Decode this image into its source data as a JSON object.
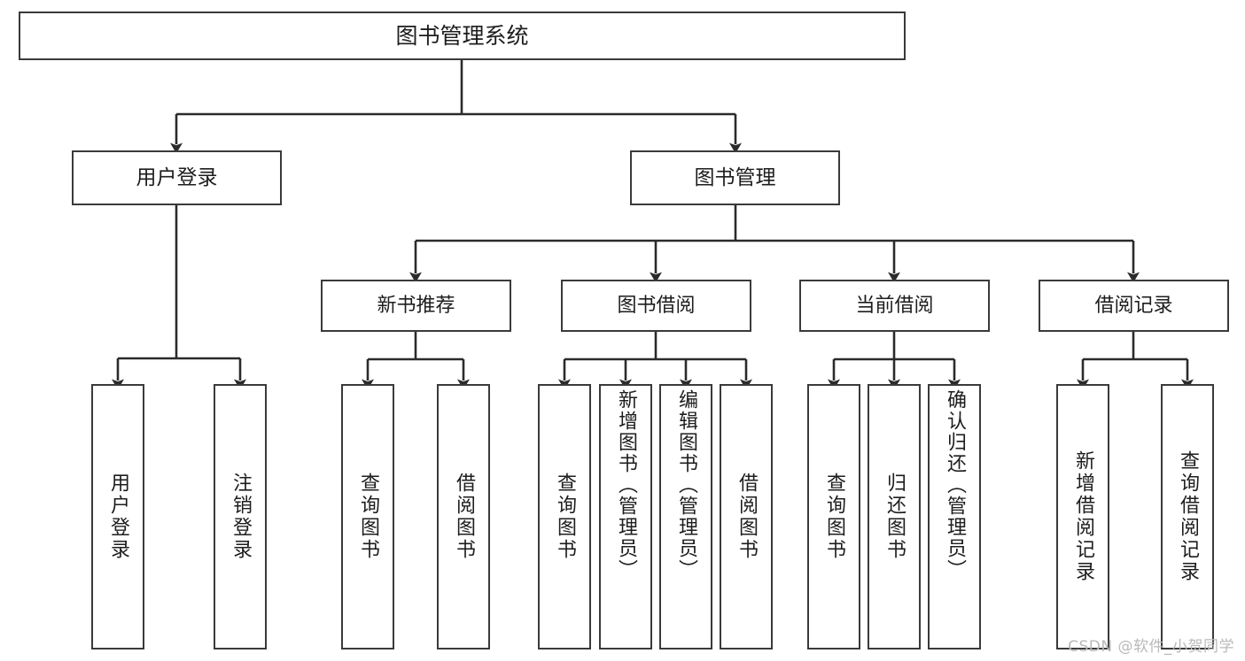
{
  "diagram": {
    "title": "图书管理系统",
    "type": "hierarchy-tree",
    "root": {
      "id": "root",
      "label": "图书管理系统",
      "level": 1
    },
    "level2": [
      {
        "id": "user-login",
        "label": "用户登录",
        "level": 2
      },
      {
        "id": "book-management",
        "label": "图书管理",
        "level": 2
      }
    ],
    "level3": [
      {
        "id": "new-book-recommend",
        "label": "新书推荐",
        "level": 3,
        "parent": "book-management"
      },
      {
        "id": "book-borrow",
        "label": "图书借阅",
        "level": 3,
        "parent": "book-management"
      },
      {
        "id": "current-borrow",
        "label": "当前借阅",
        "level": 3,
        "parent": "book-management"
      },
      {
        "id": "borrow-record",
        "label": "借阅记录",
        "level": 3,
        "parent": "book-management"
      }
    ],
    "leaves": [
      {
        "id": "leaf-user-login",
        "label": "用户登录",
        "parent": "user-login"
      },
      {
        "id": "leaf-user-logout",
        "label": "注销登录",
        "parent": "user-login"
      },
      {
        "id": "leaf-query-book-1",
        "label": "查询图书",
        "parent": "new-book-recommend"
      },
      {
        "id": "leaf-borrow-book-1",
        "label": "借阅图书",
        "parent": "new-book-recommend"
      },
      {
        "id": "leaf-query-book-2",
        "label": "查询图书",
        "parent": "book-borrow"
      },
      {
        "id": "leaf-add-book",
        "label": "新增图书（管理员）",
        "parent": "book-borrow"
      },
      {
        "id": "leaf-edit-book",
        "label": "编辑图书（管理员）",
        "parent": "book-borrow"
      },
      {
        "id": "leaf-borrow-book-2",
        "label": "借阅图书",
        "parent": "book-borrow"
      },
      {
        "id": "leaf-query-book-3",
        "label": "查询图书",
        "parent": "current-borrow"
      },
      {
        "id": "leaf-return-book",
        "label": "归还图书",
        "parent": "current-borrow"
      },
      {
        "id": "leaf-confirm-return",
        "label": "确认归还（管理员）",
        "parent": "current-borrow"
      },
      {
        "id": "leaf-add-record",
        "label": "新增借阅记录",
        "parent": "borrow-record"
      },
      {
        "id": "leaf-query-record",
        "label": "查询借阅记录",
        "parent": "borrow-record"
      }
    ]
  },
  "watermark": {
    "text": "CSDN @软件_小贺同学"
  },
  "colors": {
    "box_border": "#3a3a3a",
    "box_fill": "#ffffff",
    "connector": "#2b2b2b",
    "text": "#1d1d1d",
    "watermark": "#b9b9b9",
    "background": "#ffffff"
  }
}
